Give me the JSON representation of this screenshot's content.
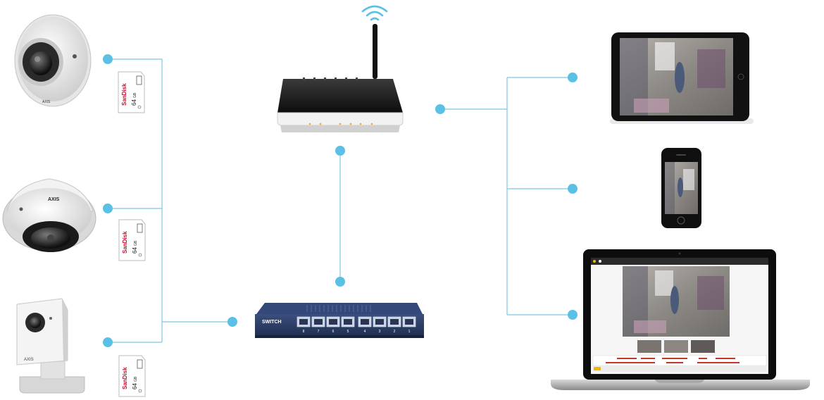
{
  "colors": {
    "connector": "#7cc7e4",
    "node": "#5bc0e6",
    "switch_body": "#2c3e66",
    "router_body": "#1e1e1e",
    "sd_red": "#c8102e"
  },
  "devices": {
    "cameras": [
      {
        "icon": "dome-camera-icon",
        "brand": "AXIS"
      },
      {
        "icon": "fisheye-camera-icon",
        "brand": "AXIS"
      },
      {
        "icon": "cube-camera-icon",
        "brand": "AXIS"
      }
    ],
    "sd_cards": [
      {
        "icon": "microsd-card-icon",
        "brand": "SanDisk",
        "capacity": "64",
        "unit": "GB"
      },
      {
        "icon": "microsd-card-icon",
        "brand": "SanDisk",
        "capacity": "64",
        "unit": "GB"
      },
      {
        "icon": "microsd-card-icon",
        "brand": "SanDisk",
        "capacity": "64",
        "unit": "GB"
      }
    ],
    "router": {
      "icon": "wireless-router-icon"
    },
    "switch": {
      "icon": "network-switch-icon",
      "label": "SWITCH",
      "ports": [
        "8",
        "7",
        "6",
        "5",
        "4",
        "3",
        "2",
        "1"
      ]
    },
    "clients": [
      {
        "icon": "tablet-icon"
      },
      {
        "icon": "smartphone-icon"
      },
      {
        "icon": "laptop-icon"
      }
    ]
  }
}
